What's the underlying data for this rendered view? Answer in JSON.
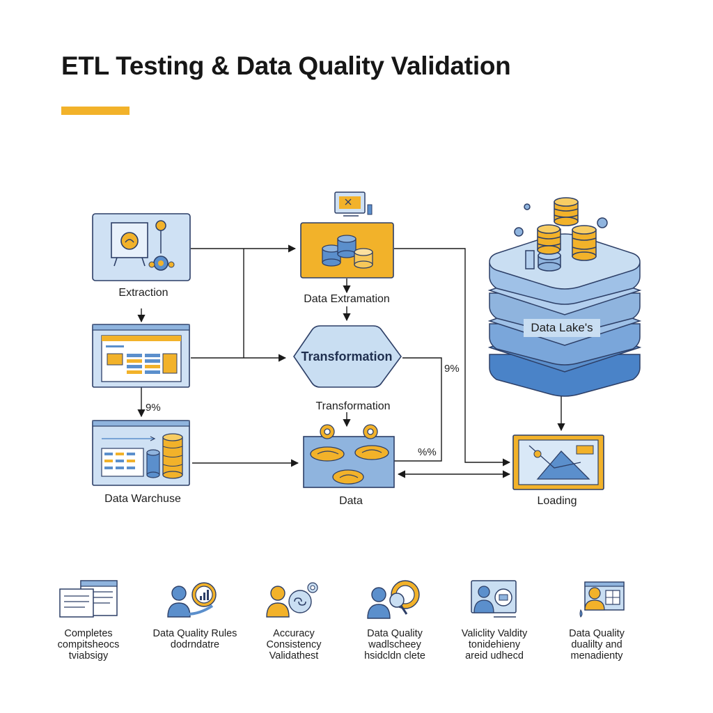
{
  "title": "ETL Testing & Data Quality Validation",
  "colors": {
    "accent": "#f2b22a",
    "panel": "#c9def2",
    "blue": "#5b8fcc",
    "navy": "#2c3e66"
  },
  "nodes": {
    "extraction": "Extraction",
    "data_extramation": "Data Extramation",
    "transformation_shape": "Transformation",
    "transformation_caption": "Transformation",
    "data_warehouse": "Data Warchuse",
    "data": "Data",
    "data_lake": "Data Lake's",
    "loading": "Loading"
  },
  "percent_labels": [
    "9%",
    "9%",
    "%%"
  ],
  "features": [
    {
      "icon": "document-checklist-icon",
      "lines": [
        "Completes",
        "compitsheocs",
        "tviabsigy"
      ]
    },
    {
      "icon": "user-chart-gear-icon",
      "lines": [
        "Data Quality Rules",
        "dodrndatre",
        ""
      ]
    },
    {
      "icon": "user-link-gear-icon",
      "lines": [
        "Accuracy",
        "Consistency",
        "Validathest"
      ]
    },
    {
      "icon": "user-search-gear-icon",
      "lines": [
        "Data Quality",
        "wadlscheey",
        "hsidcldn clete"
      ]
    },
    {
      "icon": "user-monitor-icon",
      "lines": [
        "Valiclity Valdity",
        "tonidehieny",
        "areid udhecd"
      ]
    },
    {
      "icon": "user-dashboard-icon",
      "lines": [
        "Data Quality",
        "dualilty and",
        "menadienty"
      ]
    }
  ]
}
